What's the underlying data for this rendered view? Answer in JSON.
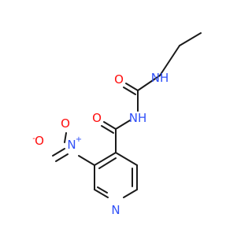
{
  "molecule": {
    "atom_labels": {
      "nh_urea": "NH",
      "o_urea": "O",
      "nh_amide": "NH",
      "o_amide": "O",
      "n_nitro": "N",
      "n_nitro_charge": "+",
      "o_nitro_minus": "O",
      "o_nitro_minus_charge": "-",
      "o_nitro": "O",
      "n_pyridine": "N"
    },
    "colors": {
      "carbon": "#1a1a1a",
      "oxygen": "#ff0d0d",
      "nitrogen": "#3050f8"
    }
  }
}
